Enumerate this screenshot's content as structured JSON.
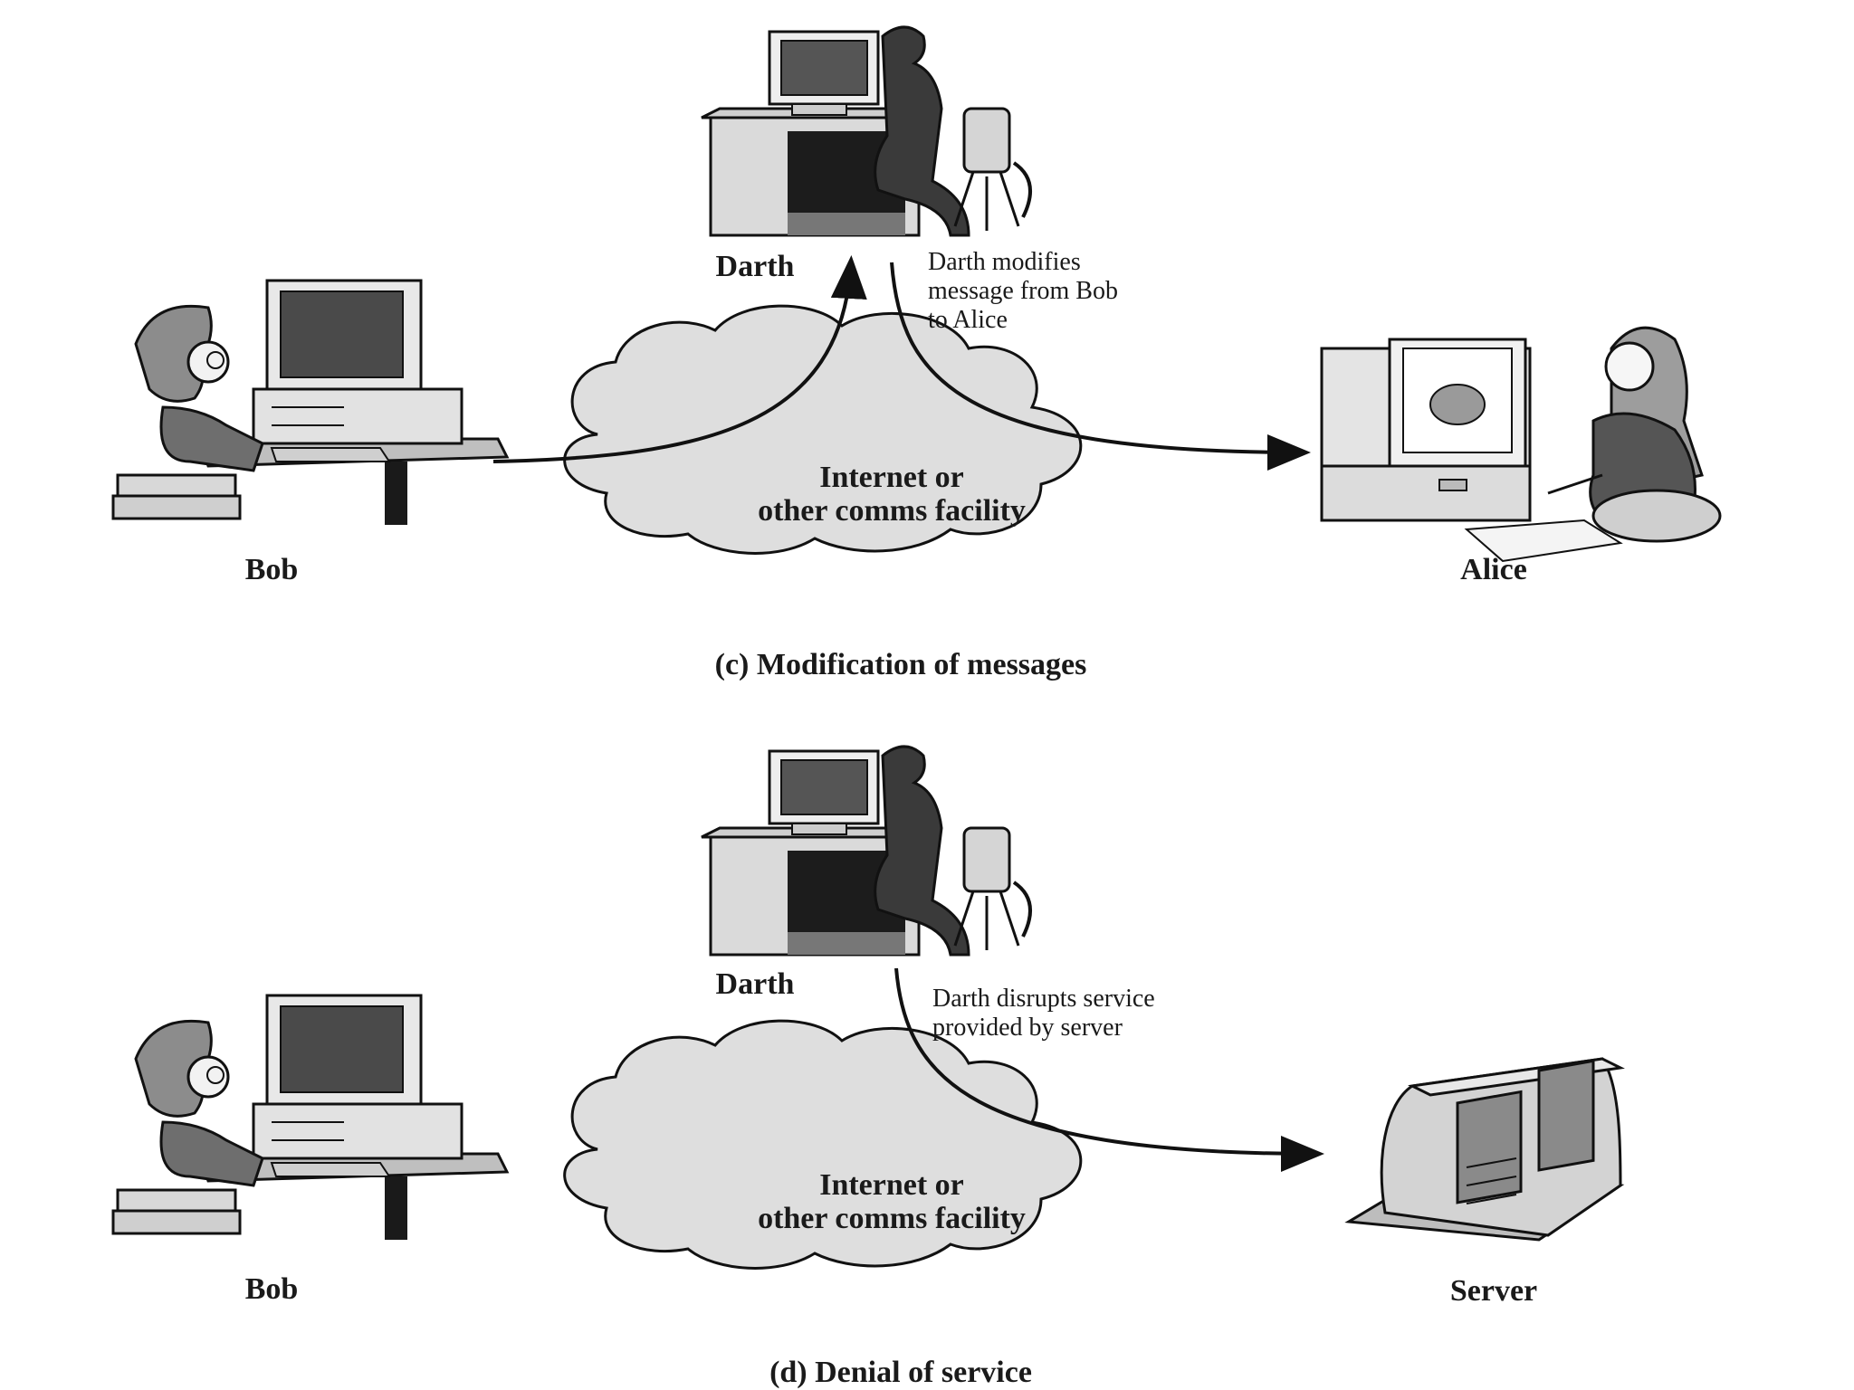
{
  "panel_c": {
    "darth_label": "Darth",
    "note_lines": [
      "Darth modifies",
      "message from Bob",
      "to Alice"
    ],
    "cloud_lines": [
      "Internet or",
      "other comms facility"
    ],
    "bob_label": "Bob",
    "alice_label": "Alice",
    "caption": "(c) Modification of messages"
  },
  "panel_d": {
    "darth_label": "Darth",
    "note_lines": [
      "Darth disrupts service",
      "provided by server"
    ],
    "cloud_lines": [
      "Internet or",
      "other comms facility"
    ],
    "bob_label": "Bob",
    "server_label": "Server",
    "caption": "(d) Denial of service"
  }
}
